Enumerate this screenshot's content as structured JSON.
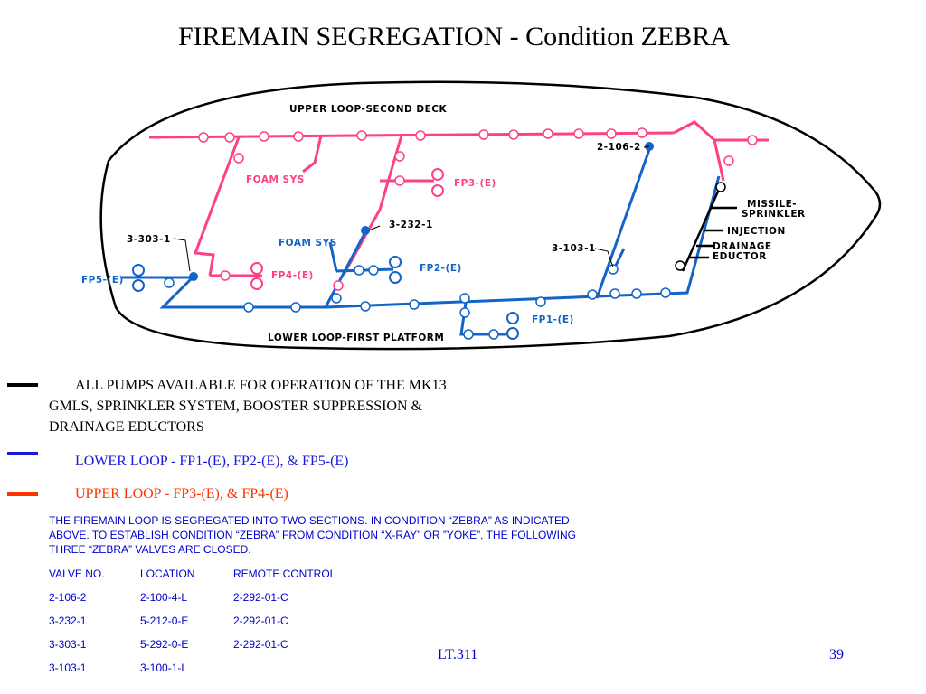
{
  "title": "FIREMAIN SEGREGATION - Condition ZEBRA",
  "diagram": {
    "labels": {
      "upper_loop": "UPPER LOOP-SECOND DECK",
      "lower_loop": "LOWER LOOP-FIRST PLATFORM",
      "foam_sys_upper": "FOAM SYS",
      "foam_sys_lower": "FOAM SYS",
      "fp3": "FP3-(E)",
      "fp4": "FP4-(E)",
      "fp5": "FP5-(E)",
      "fp2": "FP2-(E)",
      "fp1": "FP1-(E)",
      "v_2_106_2": "2-106-2",
      "v_3_232_1": "3-232-1",
      "v_3_303_1": "3-303-1",
      "v_3_103_1": "3-103-1",
      "missile_1": "MISSILE-",
      "missile_2": "SPRINKLER",
      "injection": "INJECTION",
      "drainage_1": "DRAINAGE",
      "drainage_2": "EDUCTOR"
    },
    "colors": {
      "upper": "#ff3f88",
      "lower": "#1464c8",
      "hull": "#000000"
    }
  },
  "legend": [
    {
      "color": "#000000",
      "text_line1": "ALL PUMPS AVAILABLE FOR OPERATION OF THE MK13",
      "text_line2": "GMLS, SPRINKLER SYSTEM, BOOSTER SUPPRESSION &",
      "text_line3": "DRAINAGE EDUCTORS"
    },
    {
      "color": "#1a1adc",
      "text": "LOWER LOOP - FP1-(E), FP2-(E), & FP5-(E)"
    },
    {
      "color": "#ff3300",
      "text": "UPPER LOOP - FP3-(E), & FP4-(E)"
    }
  ],
  "paragraph": "THE FIREMAIN LOOP IS SEGREGATED INTO TWO SECTIONS. IN CONDITION “ZEBRA” AS INDICATED ABOVE. TO ESTABLISH CONDITION “ZEBRA” FROM CONDITION “X-RAY” OR ”YOKE”, THE FOLLOWING THREE “ZEBRA” VALVES ARE CLOSED.",
  "valve_table": {
    "headers": [
      "VALVE NO.",
      "LOCATION",
      "REMOTE CONTROL"
    ],
    "rows": [
      [
        "2-106-2",
        "2-100-4-L",
        "2-292-01-C"
      ],
      [
        "3-232-1",
        "5-212-0-E",
        "2-292-01-C"
      ],
      [
        "3-303-1",
        "5-292-0-E",
        "2-292-01-C"
      ],
      [
        "3-103-1",
        "3-100-1-L",
        ""
      ]
    ]
  },
  "footer": {
    "course": "LT.311",
    "page": "39"
  }
}
